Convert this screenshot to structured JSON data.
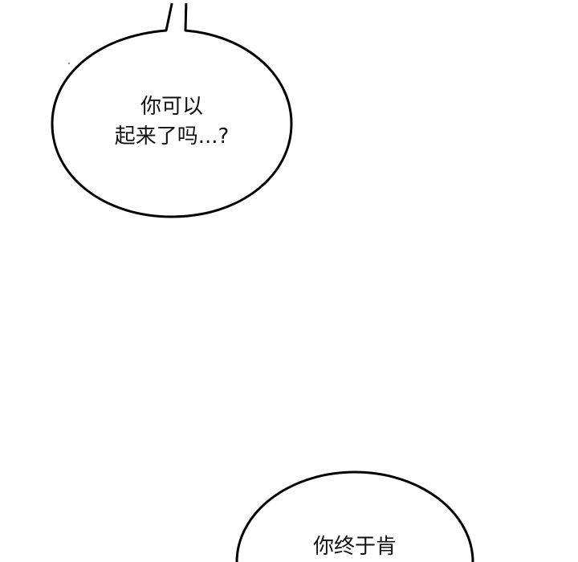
{
  "bubbles": [
    {
      "lines": [
        "你可以",
        "起来了吗...?"
      ]
    },
    {
      "lines": [
        "你终于肯"
      ]
    }
  ],
  "colors": {
    "background": "#ffffff",
    "outline": "#000000",
    "text": "#111111"
  }
}
